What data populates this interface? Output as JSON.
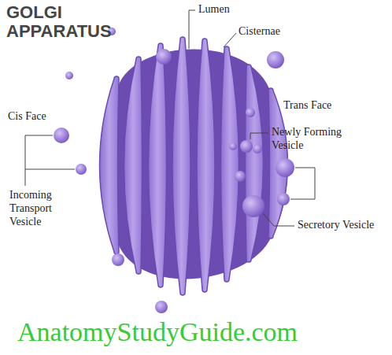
{
  "diagram": {
    "title": "GOLGI APPARATUS",
    "labels": [
      "Lumen",
      "Cisternae",
      "Trans Face",
      "Newly Forming Vesicle",
      "Cis Face",
      "Incoming Transport Vesicle",
      "Secretory Vesicle",
      "AnatomyStudyGuide.com"
    ]
  }
}
